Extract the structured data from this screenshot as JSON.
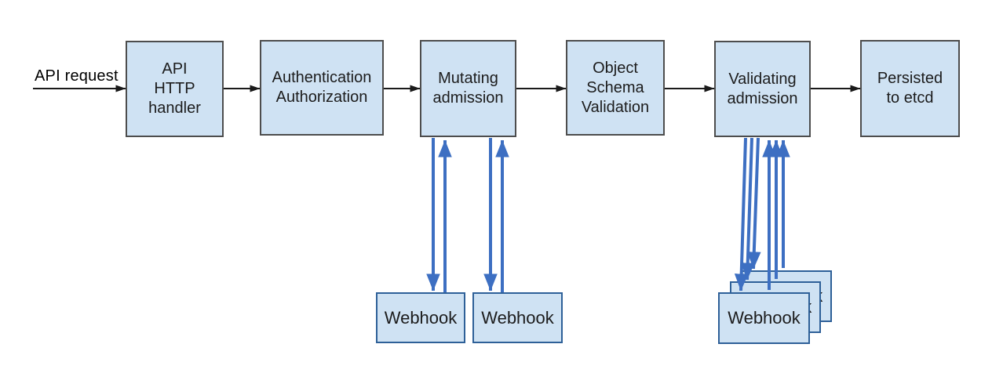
{
  "diagram": {
    "type": "flowchart",
    "input_label": "API request",
    "nodes": [
      {
        "id": "api_http_handler",
        "label": "API\nHTTP\nhandler"
      },
      {
        "id": "authentication_authorization",
        "label": "Authentication\nAuthorization"
      },
      {
        "id": "mutating_admission",
        "label": "Mutating\nadmission"
      },
      {
        "id": "object_schema_validation",
        "label": "Object\nSchema\nValidation"
      },
      {
        "id": "validating_admission",
        "label": "Validating\nadmission"
      },
      {
        "id": "persisted_to_etcd",
        "label": "Persisted\nto etcd"
      }
    ],
    "webhooks": [
      {
        "id": "mutating_webhook_1",
        "label": "Webhook"
      },
      {
        "id": "mutating_webhook_2",
        "label": "Webhook"
      },
      {
        "id": "validating_webhook_stack",
        "label": "Webhook",
        "stacked_count": 3
      }
    ],
    "edges": {
      "main_flow": [
        "API request",
        "API HTTP handler",
        "Authentication Authorization",
        "Mutating admission",
        "Object Schema Validation",
        "Validating admission",
        "Persisted to etcd"
      ],
      "webhook_calls": [
        {
          "from": "Mutating admission",
          "to": "Webhook (x2)",
          "direction": "bidirectional",
          "arrow_pairs": 2
        },
        {
          "from": "Validating admission",
          "to": "Webhook stack (x3)",
          "direction": "bidirectional",
          "arrow_pairs": 3
        }
      ]
    },
    "colors": {
      "node_fill": "#cfe2f3",
      "node_border": "#4d4d4d",
      "webhook_border": "#2e6098",
      "flow_arrow": "#1a1a1a",
      "webhook_arrow": "#3d6fc2",
      "text": "#1c1c1c",
      "background": "#ffffff"
    }
  }
}
